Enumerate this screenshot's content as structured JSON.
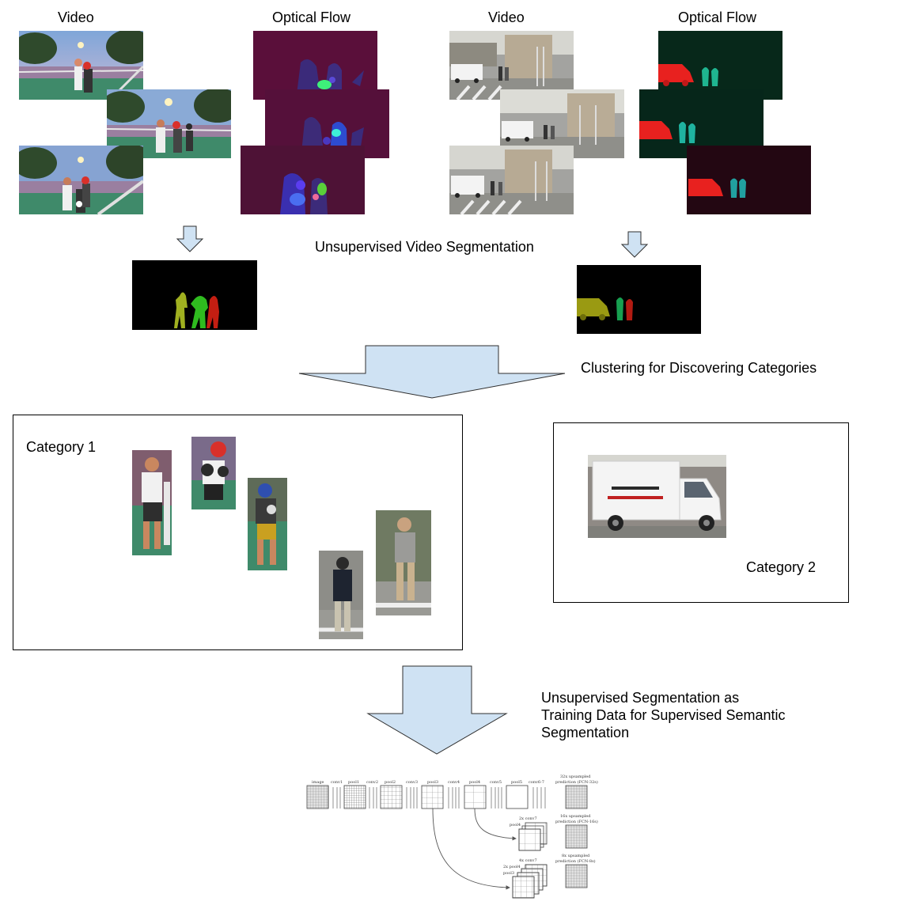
{
  "labels": {
    "video_left": "Video",
    "flow_left": "Optical Flow",
    "video_right": "Video",
    "flow_right": "Optical Flow",
    "unsup_video_seg": "Unsupervised Video Segmentation",
    "clustering": "Clustering for Discovering Categories",
    "category1": "Category 1",
    "category2": "Category 2",
    "training_line1": "Unsupervised Segmentation as",
    "training_line2": "Training Data for Supervised Semantic",
    "training_line3": "Segmentation"
  },
  "fcn_labels": {
    "image": "image",
    "conv1": "conv1",
    "pool1": "pool1",
    "conv2": "conv2",
    "pool2": "pool2",
    "conv3": "conv3",
    "pool3": "pool3",
    "conv4": "conv4",
    "pool4": "pool4",
    "conv5": "conv5",
    "pool5": "pool5",
    "conv67": "conv6-7",
    "up32_a": "32x upsampled",
    "up32_b": "prediction (FCN-32s)",
    "up16_a": "16x upsampled",
    "up16_b": "prediction (FCN-16s)",
    "up8_a": "8x upsampled",
    "up8_b": "prediction (FCN-8s)",
    "conv7_2x": "2x conv7",
    "pool4_mid": "pool4",
    "conv7_4x": "4x conv7",
    "pool4_2x": "2x pool4",
    "pool3_bot": "pool3"
  },
  "colors": {
    "arrow_fill": "#cfe2f3",
    "arrow_stroke": "#2f2f2f",
    "flow_magenta": "#5a0f3a",
    "flow_dark_green": "#07281a"
  }
}
